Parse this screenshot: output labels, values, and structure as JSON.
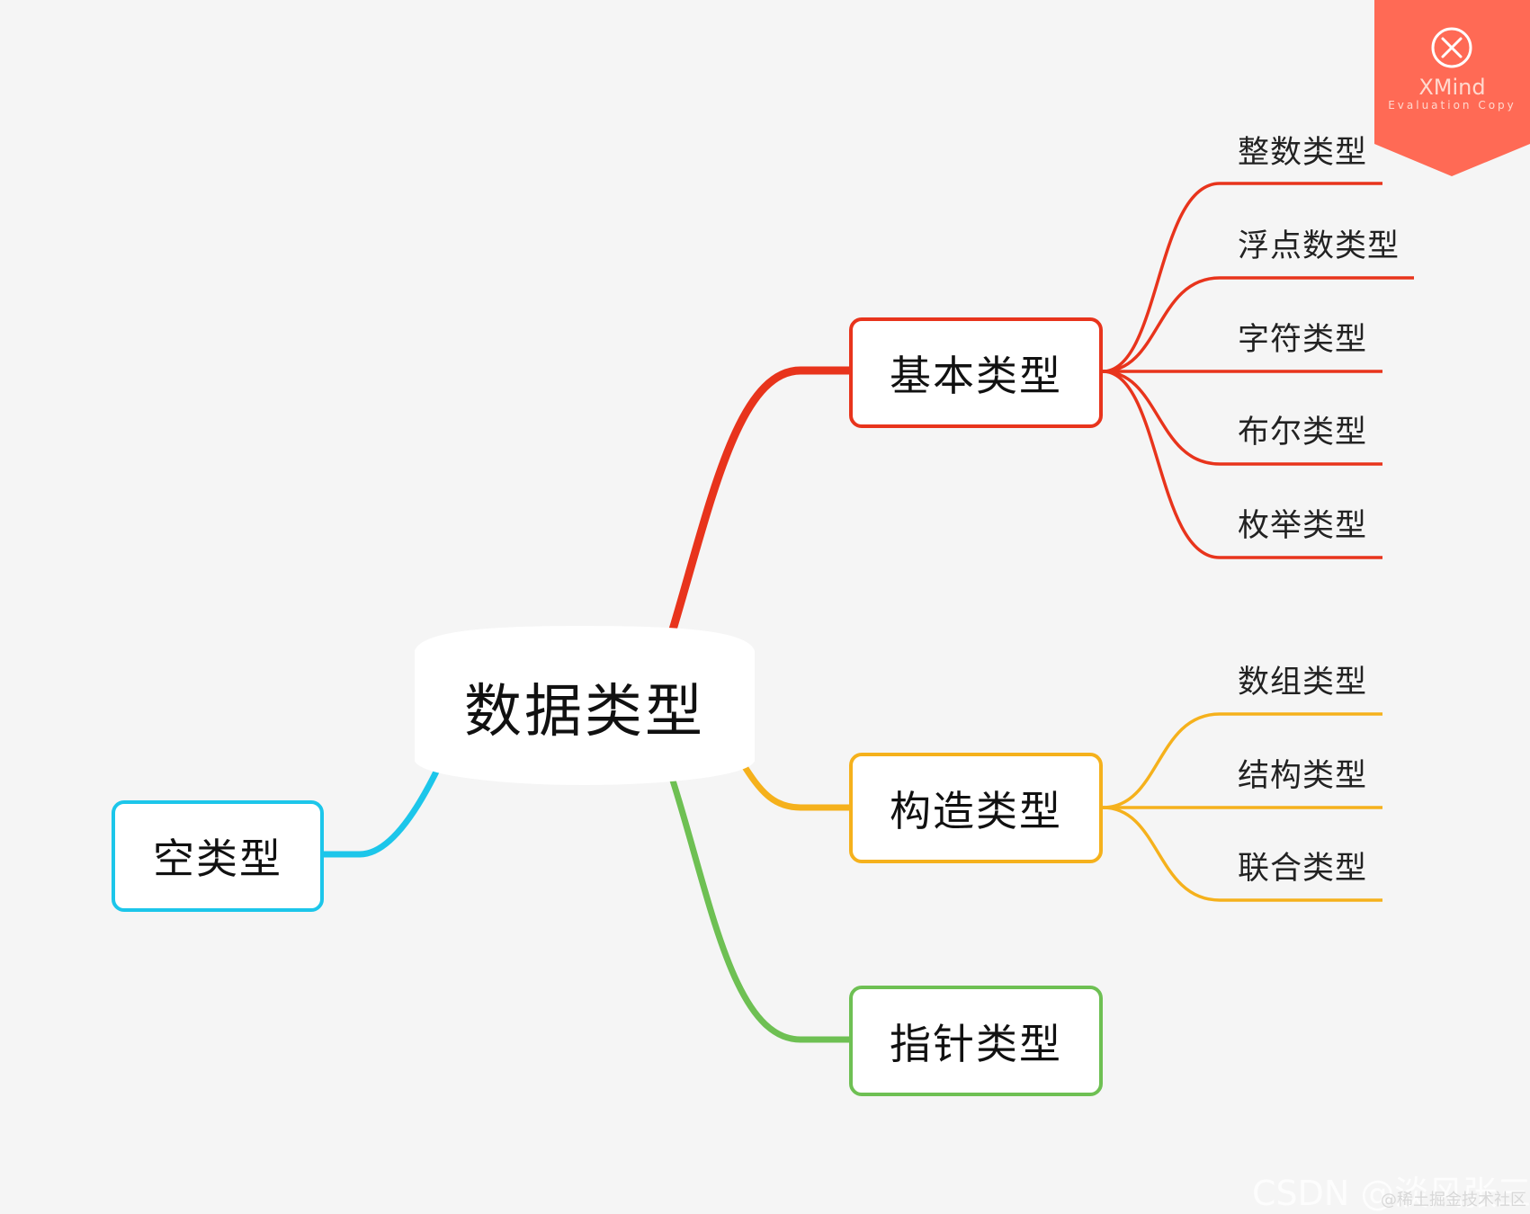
{
  "root": {
    "label": "数据类型"
  },
  "branches": {
    "basic": {
      "label": "基本类型",
      "children": [
        "整数类型",
        "浮点数类型",
        "字符类型",
        "布尔类型",
        "枚举类型"
      ]
    },
    "struct": {
      "label": "构造类型",
      "children": [
        "数组类型",
        "结构类型",
        "联合类型"
      ]
    },
    "pointer": {
      "label": "指针类型"
    },
    "void": {
      "label": "空类型"
    }
  },
  "colors": {
    "basic": "#e8341c",
    "struct": "#f5b11c",
    "pointer": "#6ec053",
    "void": "#1cc6ea",
    "watermark": "#ff6a55",
    "background": "#f5f5f5"
  },
  "watermark": {
    "brand": "XMind",
    "subtitle": "Evaluation Copy",
    "icon": "close-icon"
  },
  "footer": {
    "primary": "CSDN @淡风张三",
    "secondary": "@稀土掘金技术社区"
  }
}
